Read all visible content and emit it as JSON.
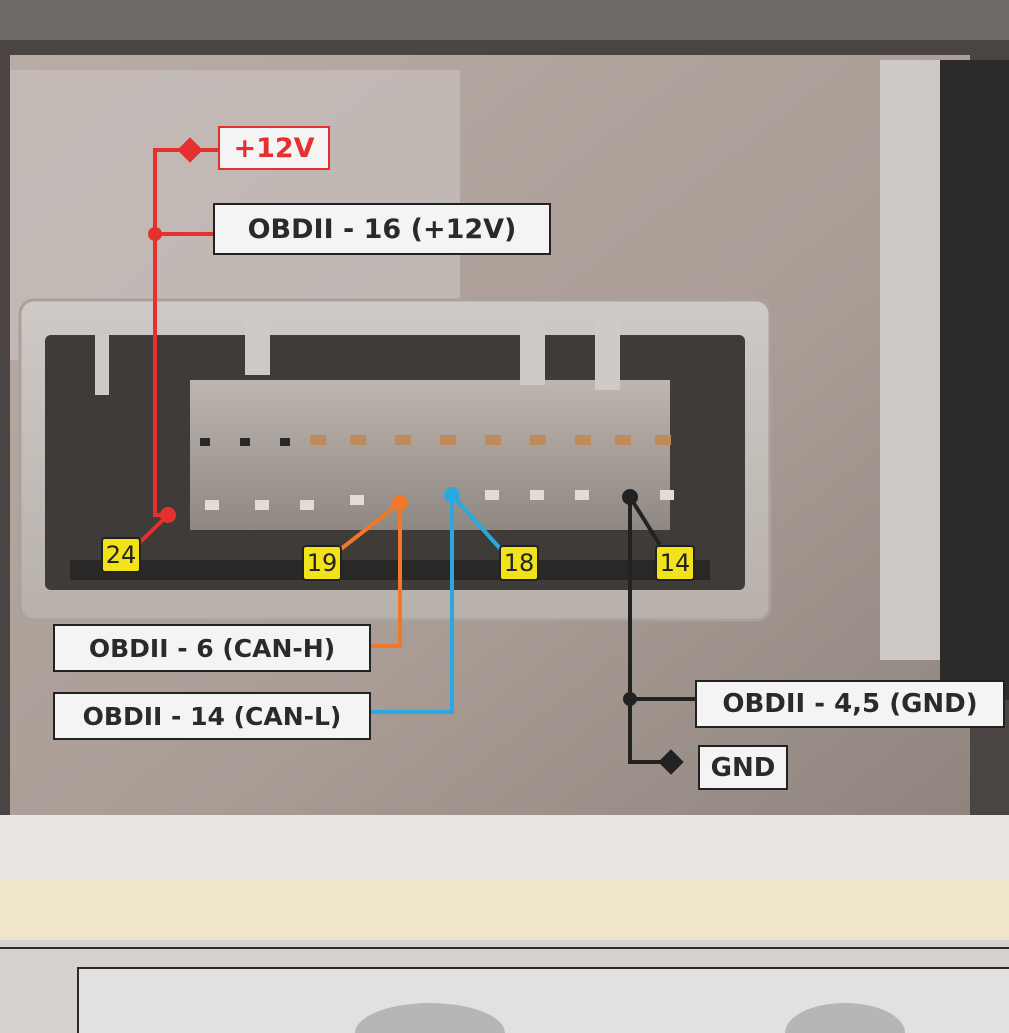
{
  "labels": {
    "v12": "+12V",
    "obd16": "OBDII - 16 (+12V)",
    "obd6": "OBDII - 6 (CAN-H)",
    "obd14": "OBDII - 14 (CAN-L)",
    "obd45": "OBDII - 4,5 (GND)",
    "gnd": "GND"
  },
  "pins": {
    "p24": "24",
    "p19": "19",
    "p18": "18",
    "p14": "14"
  },
  "colors": {
    "power": "#e53030",
    "can_h": "#f07828",
    "can_l": "#2aa8e0",
    "ground": "#222222",
    "pin_label": "#f2e21a"
  }
}
